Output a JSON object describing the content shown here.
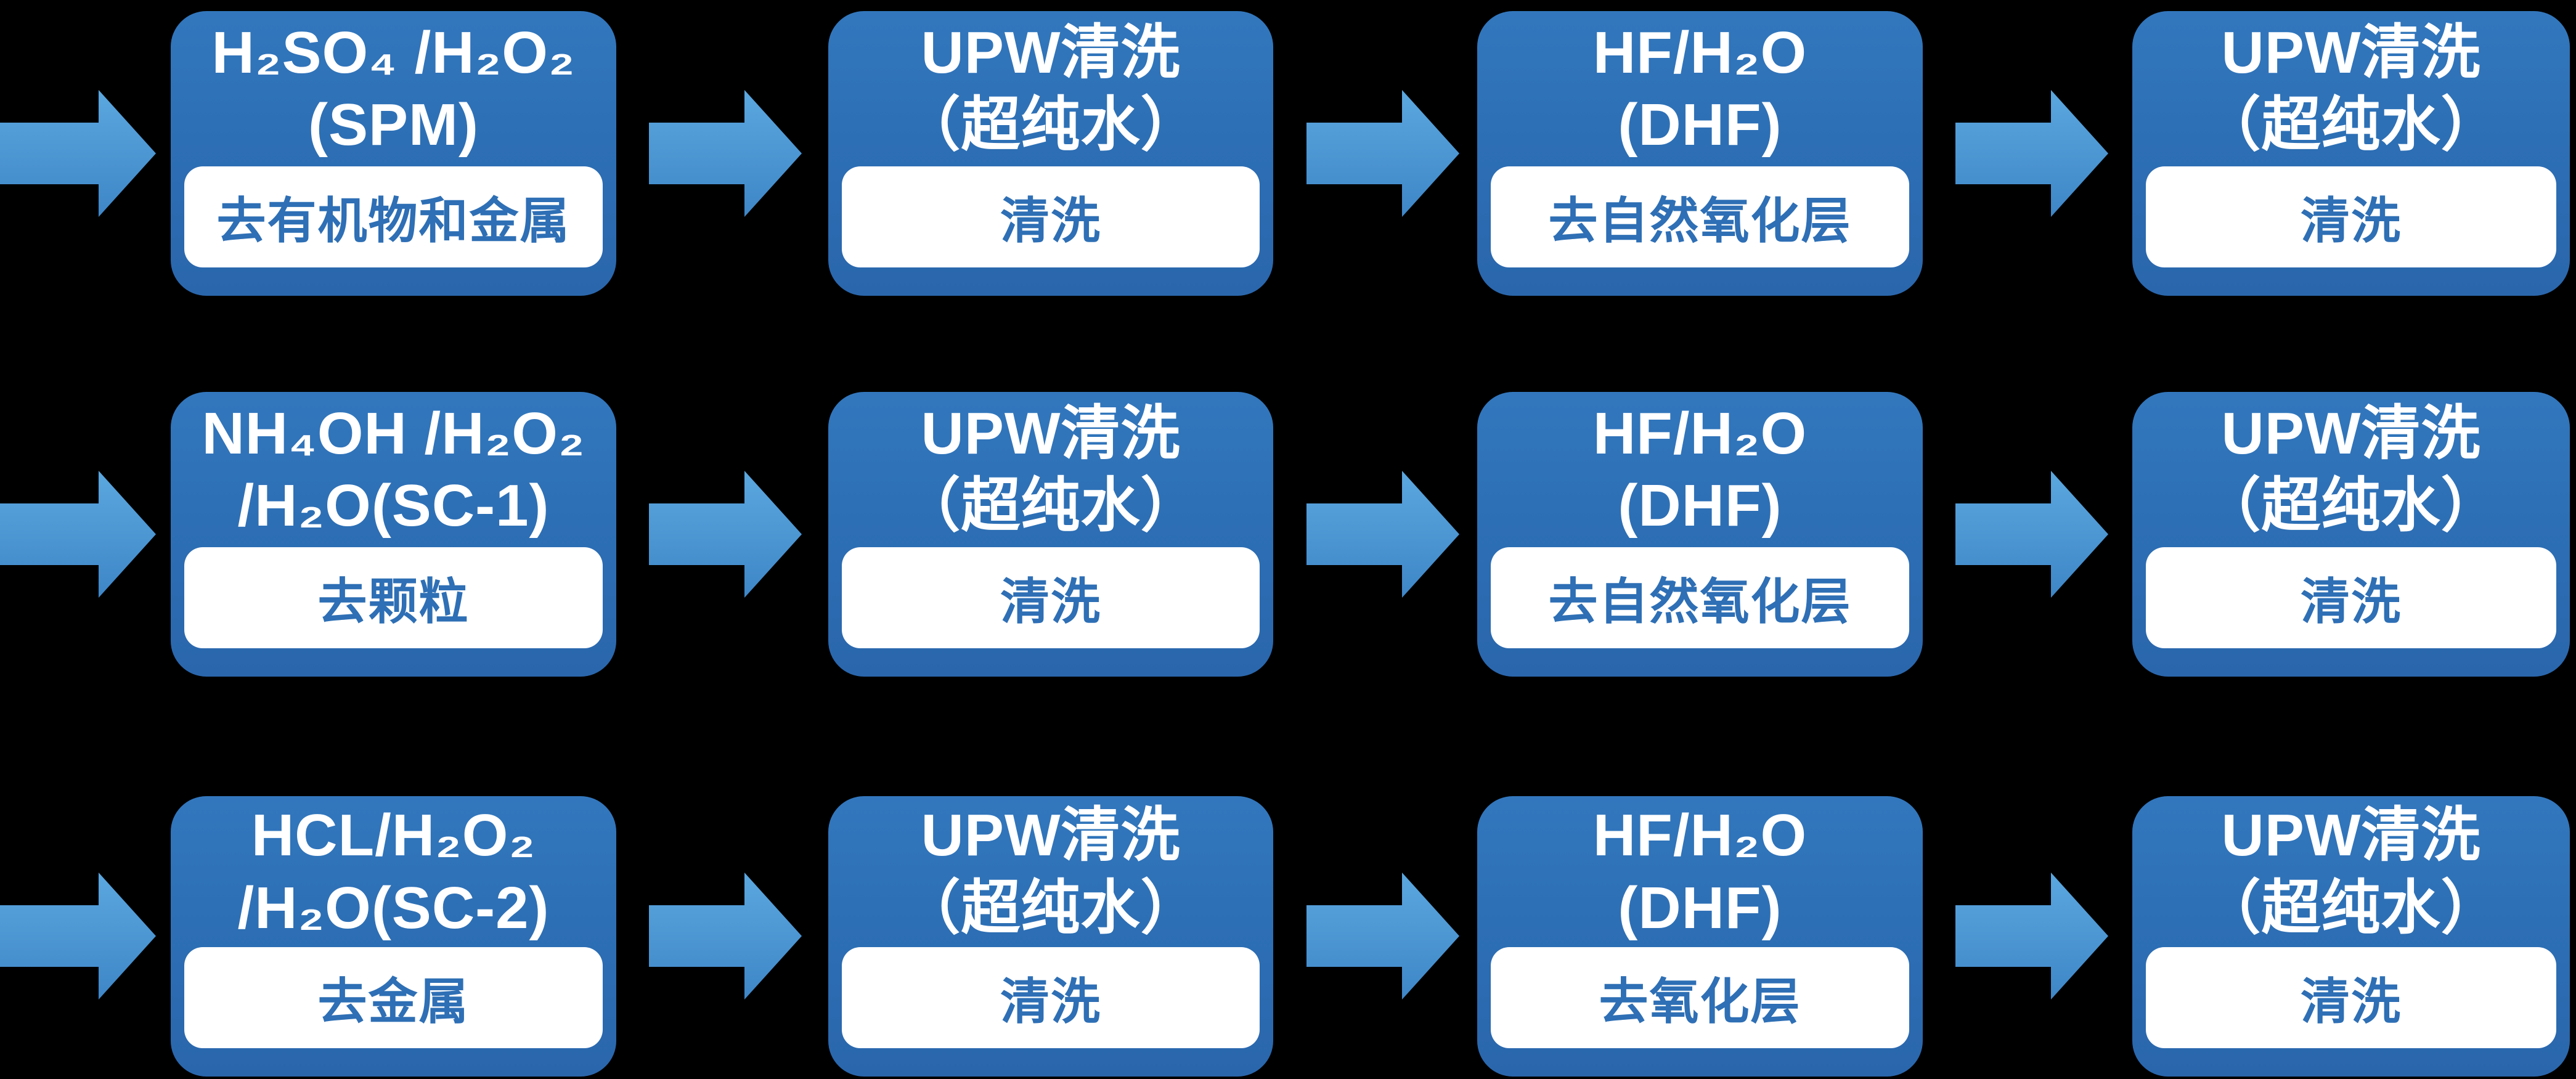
{
  "diagram": {
    "description": "晶圆RCA清洗工艺流程图",
    "colors": {
      "background": "#000000",
      "box_fill": "#2d6fb5",
      "box_title_text": "#ffffff",
      "label_fill": "#ffffff",
      "label_text": "#2e6fb5",
      "arrow_fill": "#4d9ad7"
    }
  },
  "rows": [
    {
      "boxes": [
        {
          "title": "H₂SO₄ /H₂O₂\n(SPM)",
          "label": "去有机物和金属"
        },
        {
          "title": "UPW清洗\n（超纯水）",
          "label": "清洗"
        },
        {
          "title": "HF/H₂O\n(DHF)",
          "label": "去自然氧化层"
        },
        {
          "title": "UPW清洗\n（超纯水）",
          "label": "清洗"
        }
      ]
    },
    {
      "boxes": [
        {
          "title": "NH₄OH /H₂O₂\n/H₂O(SC-1)",
          "label": "去颗粒"
        },
        {
          "title": "UPW清洗\n（超纯水）",
          "label": "清洗"
        },
        {
          "title": "HF/H₂O\n(DHF)",
          "label": "去自然氧化层"
        },
        {
          "title": "UPW清洗\n（超纯水）",
          "label": "清洗"
        }
      ]
    },
    {
      "boxes": [
        {
          "title": "HCL/H₂O₂\n/H₂O(SC-2)",
          "label": "去金属"
        },
        {
          "title": "UPW清洗\n（超纯水）",
          "label": "清洗"
        },
        {
          "title": "HF/H₂O\n(DHF)",
          "label": "去氧化层"
        },
        {
          "title": "UPW清洗\n（超纯水）",
          "label": "清洗"
        }
      ]
    }
  ]
}
